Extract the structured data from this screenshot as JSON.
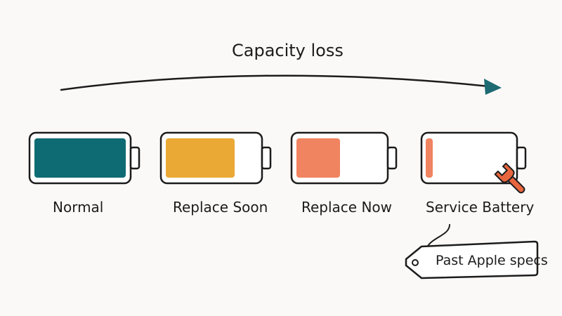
{
  "diagram": {
    "title": "Capacity loss",
    "colors": {
      "ink": "#1c1c1c",
      "arrow_head": "#1d6a72",
      "wrench": "#e8663f",
      "background": "#fbf9f8"
    },
    "batteries": [
      {
        "label": "Normal",
        "fill_fraction": 1.0,
        "color": "#0f6b73"
      },
      {
        "label": "Replace Soon",
        "fill_fraction": 0.75,
        "color": "#eaa935"
      },
      {
        "label": "Replace Now",
        "fill_fraction": 0.5,
        "color": "#f08360"
      },
      {
        "label": "Service Battery",
        "fill_fraction": 0.08,
        "color": "#f08360",
        "icon": "wrench-icon"
      }
    ],
    "tag": {
      "text": "Past Apple specs",
      "icon": "tag-icon"
    }
  }
}
